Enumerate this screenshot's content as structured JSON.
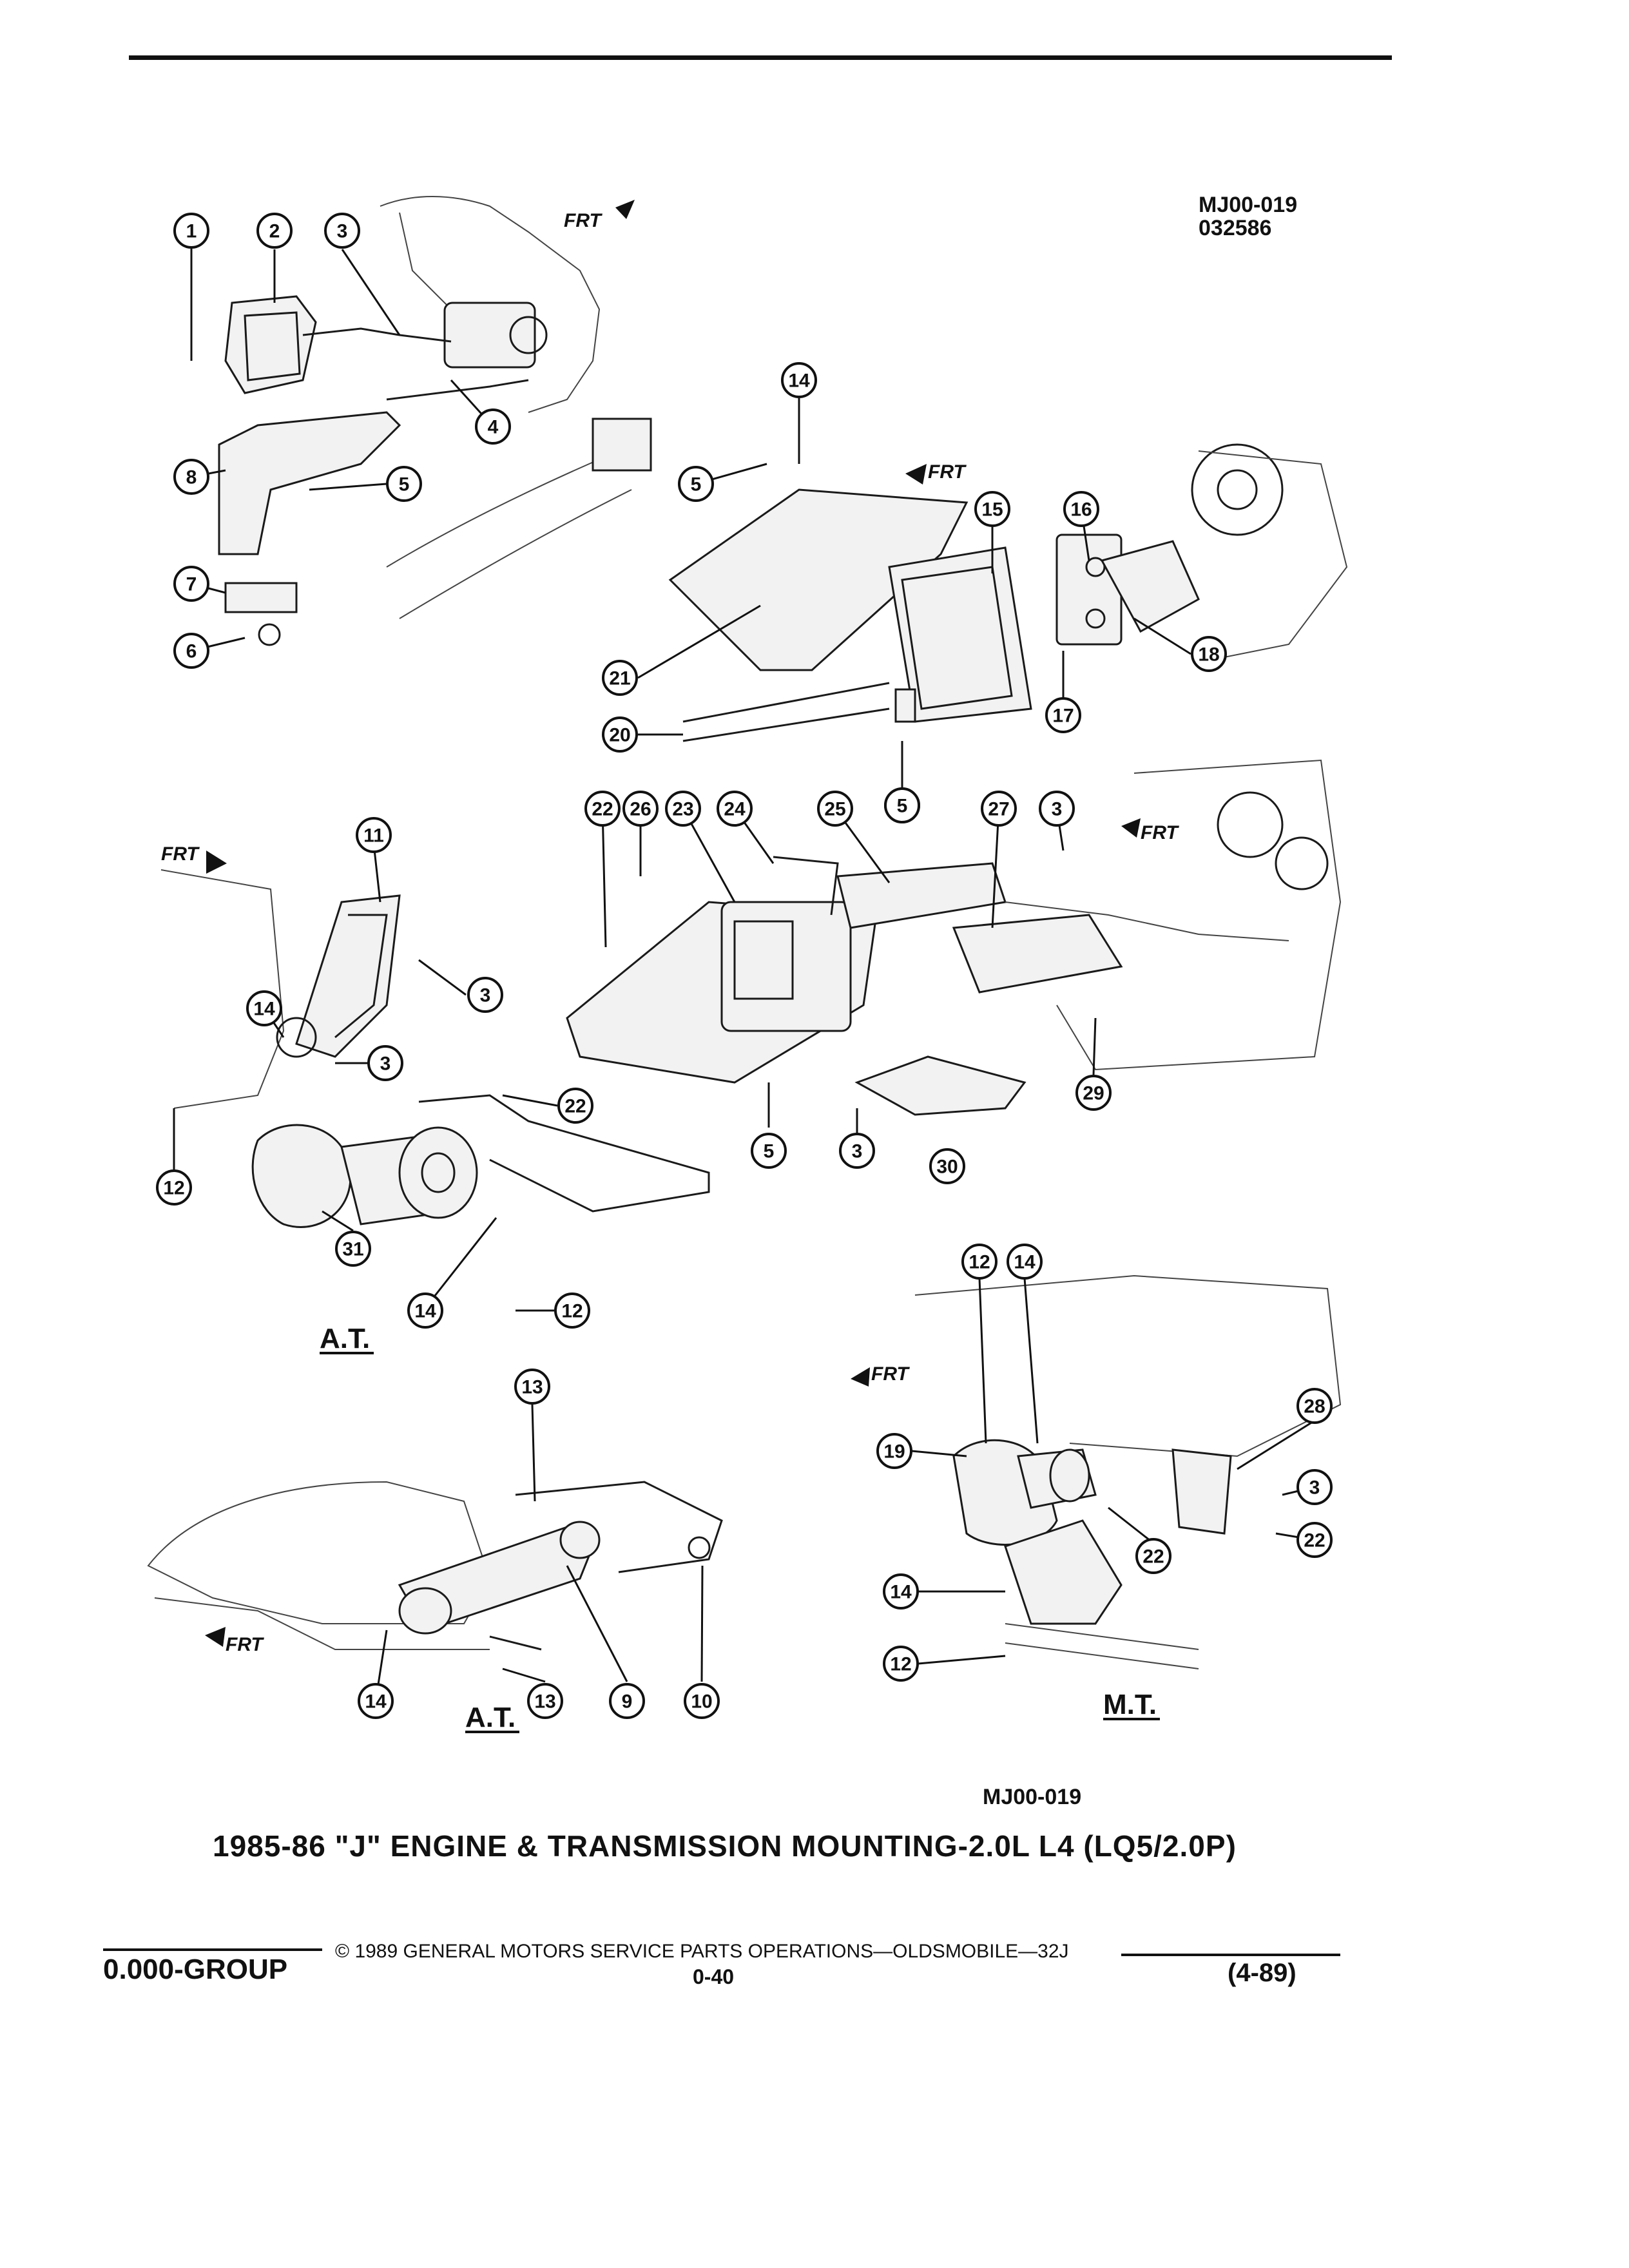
{
  "header": {
    "code_line1": "MJ00-019",
    "code_line2": "032586"
  },
  "diagram": {
    "frt_label": "FRT",
    "view_labels": [
      "A.T.",
      "A.T.",
      "M.T."
    ],
    "callouts": [
      "1",
      "2",
      "3",
      "4",
      "5",
      "6",
      "7",
      "8",
      "14",
      "5",
      "15",
      "16",
      "18",
      "21",
      "20",
      "17",
      "5",
      "22",
      "26",
      "23",
      "24",
      "25",
      "5",
      "27",
      "3",
      "11",
      "3",
      "14",
      "3",
      "22",
      "12",
      "31",
      "14",
      "12",
      "5",
      "3",
      "30",
      "29",
      "12",
      "14",
      "13",
      "28",
      "3",
      "19",
      "22",
      "22",
      "14",
      "12",
      "14",
      "13",
      "9",
      "10"
    ]
  },
  "ref_code": "MJ00-019",
  "caption": "1985-86 \"J\" ENGINE & TRANSMISSION MOUNTING-2.0L L4 (LQ5/2.0P)",
  "footer": {
    "group": "0.000-GROUP",
    "copyright": "© 1989 GENERAL MOTORS SERVICE PARTS OPERATIONS—OLDSMOBILE—32J",
    "page": "0-40",
    "date": "(4-89)"
  }
}
